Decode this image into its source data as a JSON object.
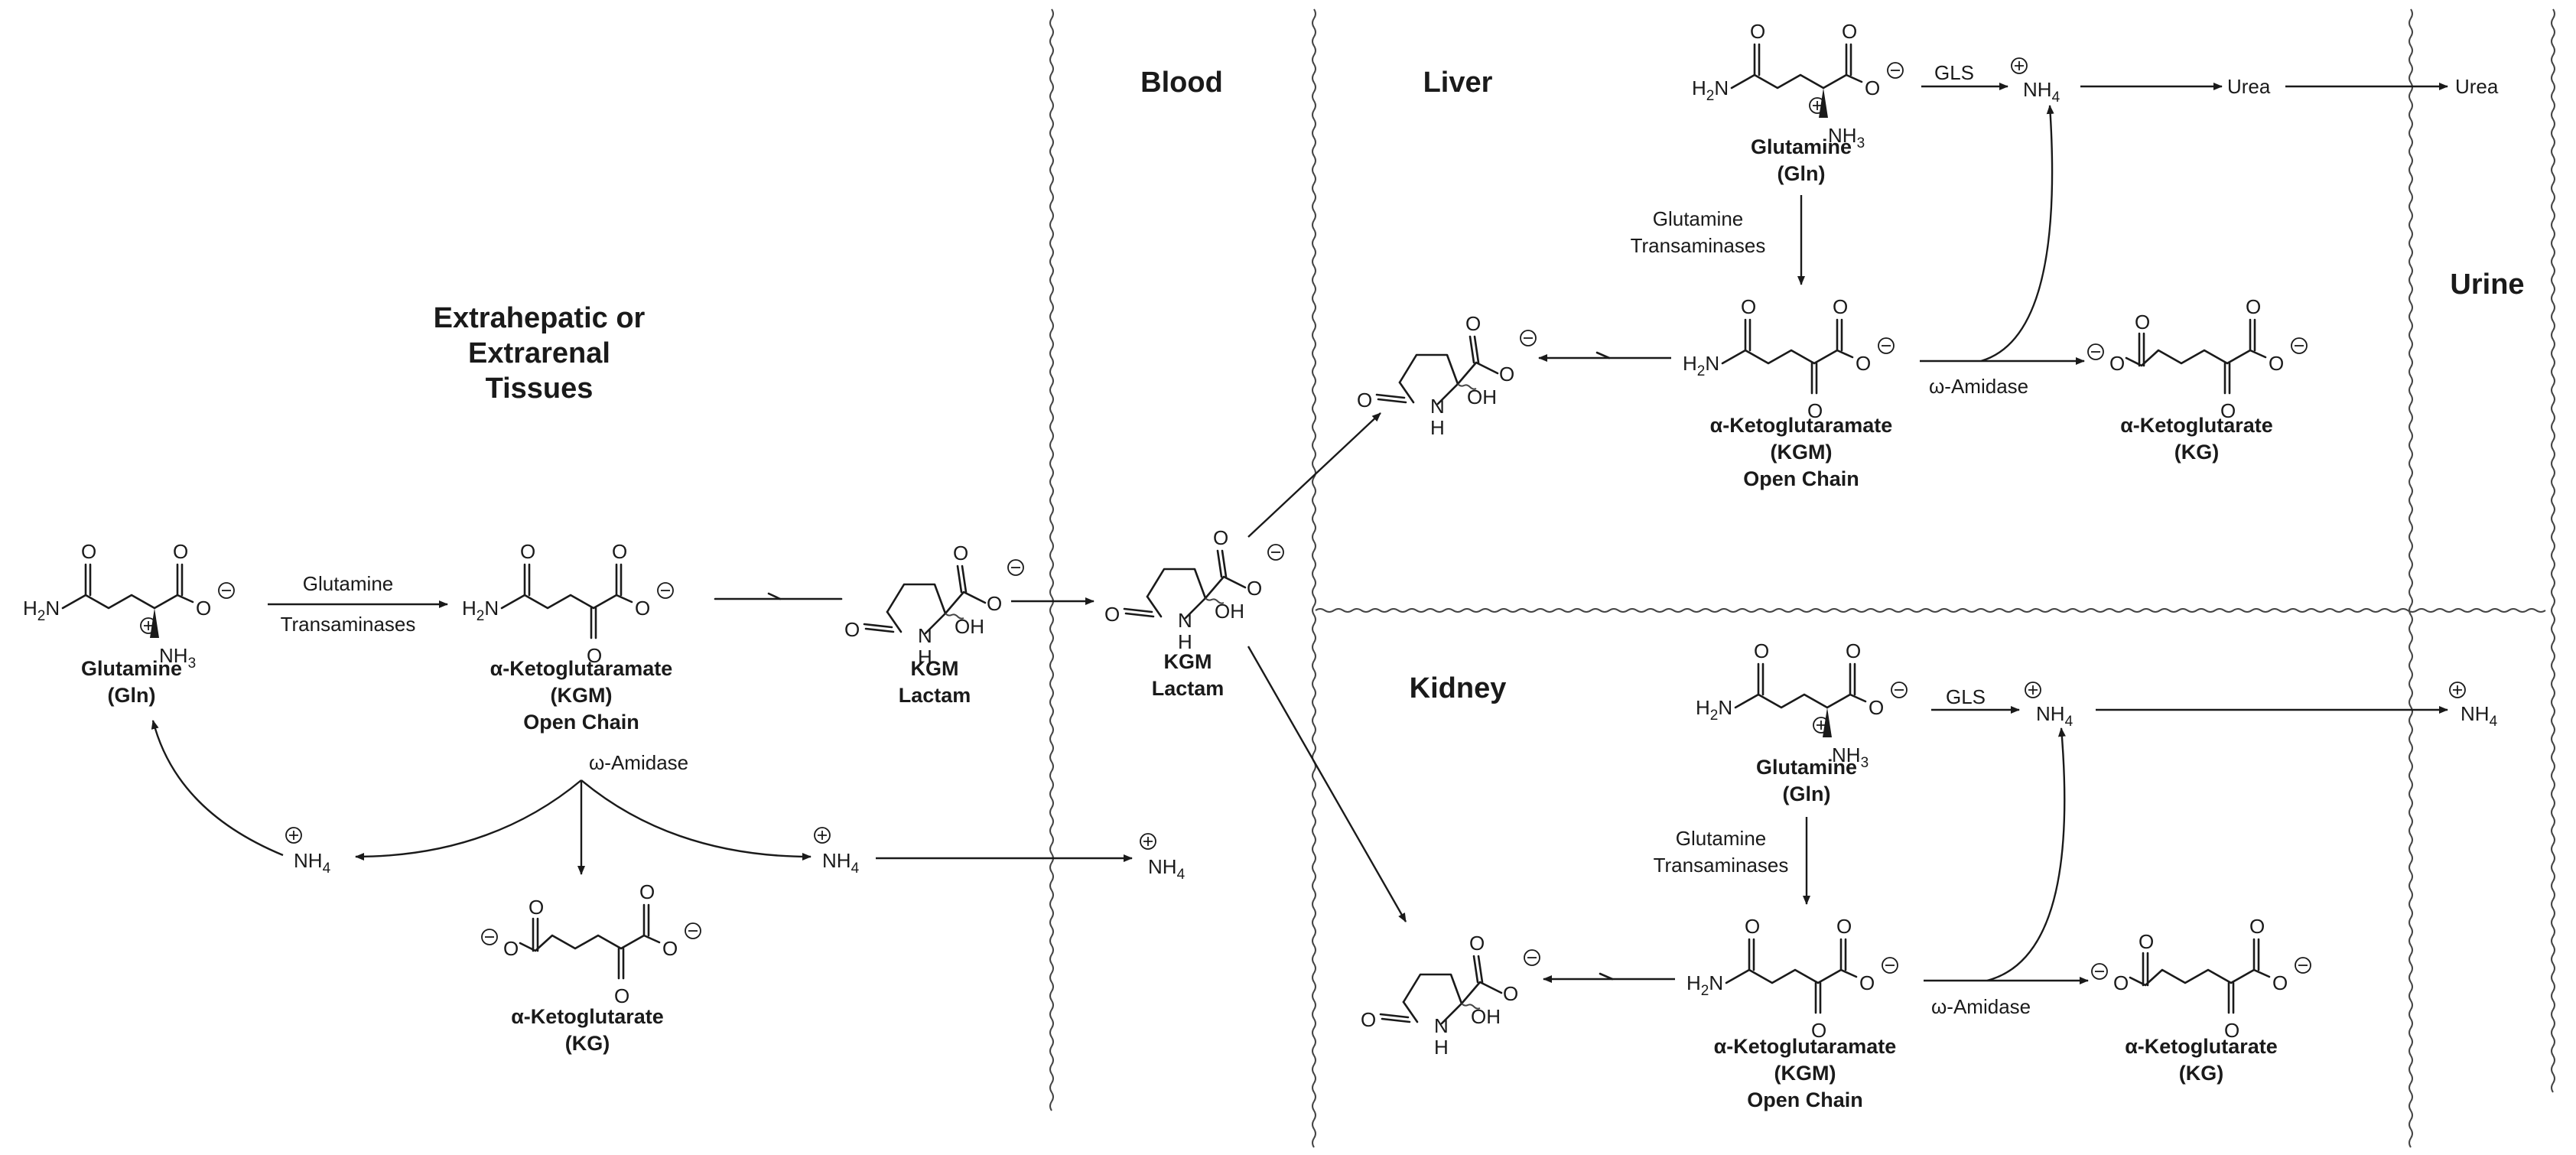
{
  "regions": {
    "extra": [
      "Extrahepatic or",
      "Extrarenal",
      "Tissues"
    ],
    "blood": "Blood",
    "liver": "Liver",
    "kidney": "Kidney",
    "urine": "Urine"
  },
  "compounds": {
    "gln_name": "Glutamine",
    "gln_abbr": "(Gln)",
    "kgm_name": "α-Ketoglutaramate",
    "kgm_abbr": "(KGM)",
    "kgm_open": "Open Chain",
    "kgm_lactam_1": "KGM",
    "kgm_lactam_2": "Lactam",
    "kg_name": "α-Ketoglutarate",
    "kg_abbr": "(KG)",
    "urea": "Urea"
  },
  "enzymes": {
    "trans_1": "Glutamine",
    "trans_2": "Transaminases",
    "amidase": "ω-Amidase",
    "gls": "GLS"
  },
  "atoms": {
    "O": "O",
    "N": "N",
    "H": "H",
    "OH": "OH",
    "H2N_H": "H",
    "H2N_2": "2",
    "H2N_N": "N",
    "NH3": "NH",
    "NH3_sub": "3",
    "NH4": "NH",
    "NH4_sub": "4",
    "plus": "+",
    "minus": "−"
  }
}
